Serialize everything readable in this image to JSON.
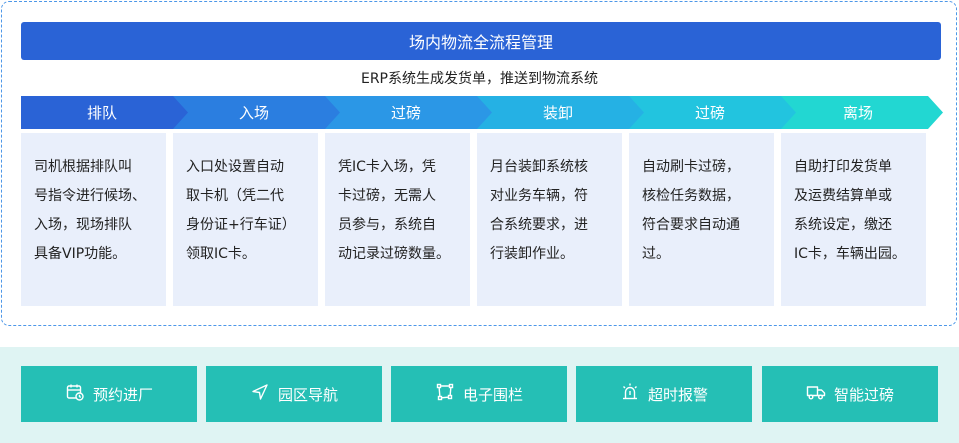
{
  "header": {
    "title": "场内物流全流程管理",
    "subtitle": "ERP系统生成发货单，推送到物流系统"
  },
  "steps": [
    {
      "label": "排队",
      "color": "#2a63d6",
      "desc": [
        "司机根据排队叫",
        "号指令进行候场、",
        "入场，现场排队",
        "具备VIP功能。"
      ]
    },
    {
      "label": "入场",
      "color": "#2b7ee0",
      "desc": [
        "入口处设置自动",
        "取卡机（凭二代",
        "身份证+行车证）",
        "领取IC卡。"
      ]
    },
    {
      "label": "过磅",
      "color": "#2b97e6",
      "desc": [
        "凭IC卡入场，凭",
        "卡过磅，无需人",
        "员参与，系统自",
        "动记录过磅数量。"
      ]
    },
    {
      "label": "装卸",
      "color": "#25b1e4",
      "desc": [
        "月台装卸系统核",
        "对业务车辆，符",
        "合系统要求，进",
        "行装卸作业。"
      ]
    },
    {
      "label": "过磅",
      "color": "#22c4df",
      "desc": [
        "自动刷卡过磅，",
        "核检任务数据，",
        "符合要求自动通",
        "过。"
      ]
    },
    {
      "label": "离场",
      "color": "#22d7d2",
      "desc": [
        "自助打印发货单",
        "及运费结算单或",
        "系统设定，缴还",
        "IC卡，车辆出园。"
      ]
    }
  ],
  "features": [
    {
      "label": "预约进厂",
      "icon": "calendar-clock-icon"
    },
    {
      "label": "园区导航",
      "icon": "navigation-arrow-icon"
    },
    {
      "label": "电子围栏",
      "icon": "fence-polygon-icon"
    },
    {
      "label": "超时报警",
      "icon": "alarm-light-icon"
    },
    {
      "label": "智能过磅",
      "icon": "truck-icon"
    }
  ]
}
